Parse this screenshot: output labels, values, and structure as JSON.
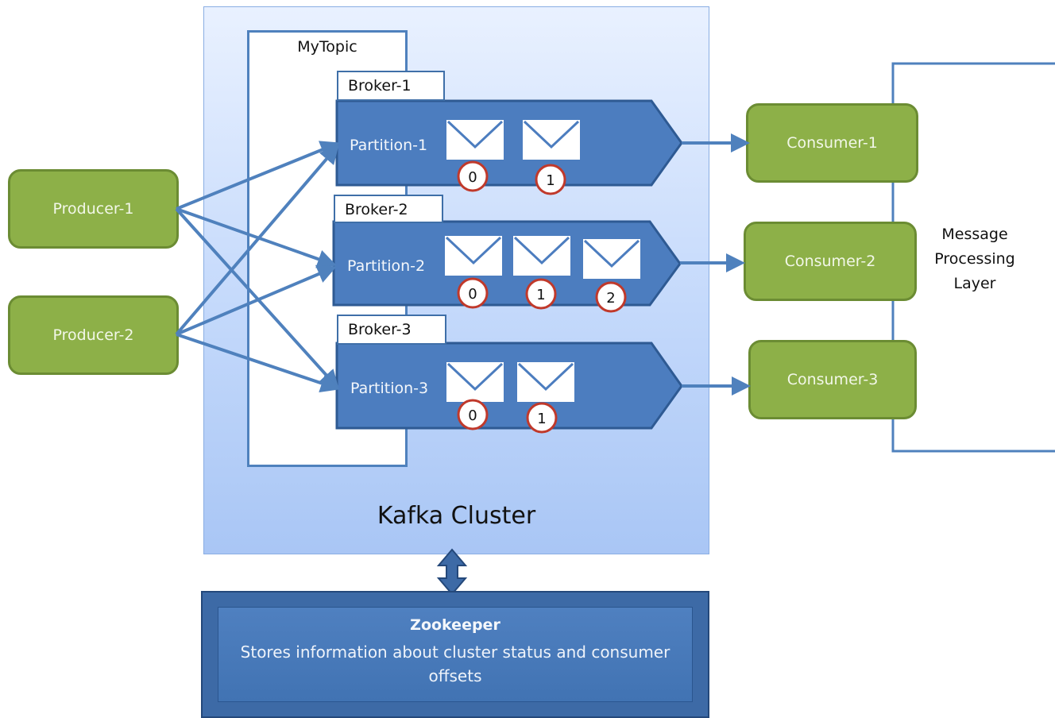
{
  "cluster": {
    "label": "Kafka Cluster"
  },
  "topic": {
    "label": "MyTopic"
  },
  "brokers": [
    {
      "label": "Broker-1",
      "partition": "Partition-1",
      "messages": [
        "0",
        "1"
      ]
    },
    {
      "label": "Broker-2",
      "partition": "Partition-2",
      "messages": [
        "0",
        "1",
        "2"
      ]
    },
    {
      "label": "Broker-3",
      "partition": "Partition-3",
      "messages": [
        "0",
        "1"
      ]
    }
  ],
  "producers": [
    "Producer-1",
    "Producer-2"
  ],
  "consumers": [
    "Consumer-1",
    "Consumer-2",
    "Consumer-3"
  ],
  "processing_layer": {
    "line1": "Message",
    "line2": "Processing",
    "line3": "Layer"
  },
  "zookeeper": {
    "title": "Zookeeper",
    "description": "Stores information about cluster status and consumer offsets"
  },
  "colors": {
    "partition_fill": "#4c7dbf",
    "partition_stroke": "#2e5a93",
    "arrow": "#4f81bd",
    "green_fill": "#8db048",
    "green_stroke": "#6b8c33",
    "offset_ring": "#c0392b"
  }
}
